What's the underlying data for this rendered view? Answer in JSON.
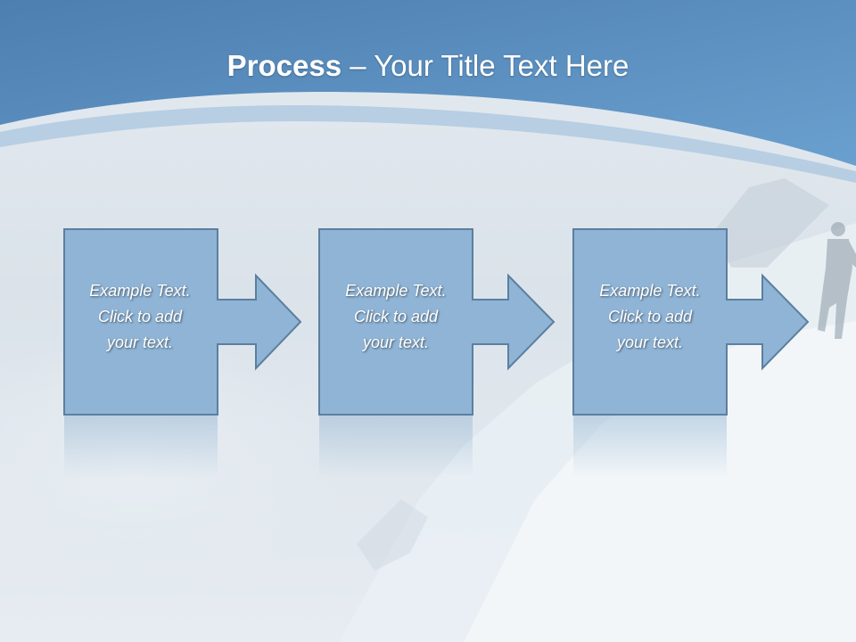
{
  "slide": {
    "title_bold": "Process",
    "title_rest": " – Your Title Text Here",
    "steps": [
      {
        "line1": "Example Text.",
        "line2": "Click  to add",
        "line3": "your text."
      },
      {
        "line1": "Example Text.",
        "line2": "Click  to add",
        "line3": "your text."
      },
      {
        "line1": "Example Text.",
        "line2": "Click  to add",
        "line3": "your text."
      }
    ]
  },
  "colors": {
    "header_blue": "#5b8fc0",
    "box_fill": "#8fb4d6",
    "box_border": "#5c7f9f",
    "title_text": "#ffffff"
  },
  "icons": [
    "right-arrow-icon"
  ]
}
